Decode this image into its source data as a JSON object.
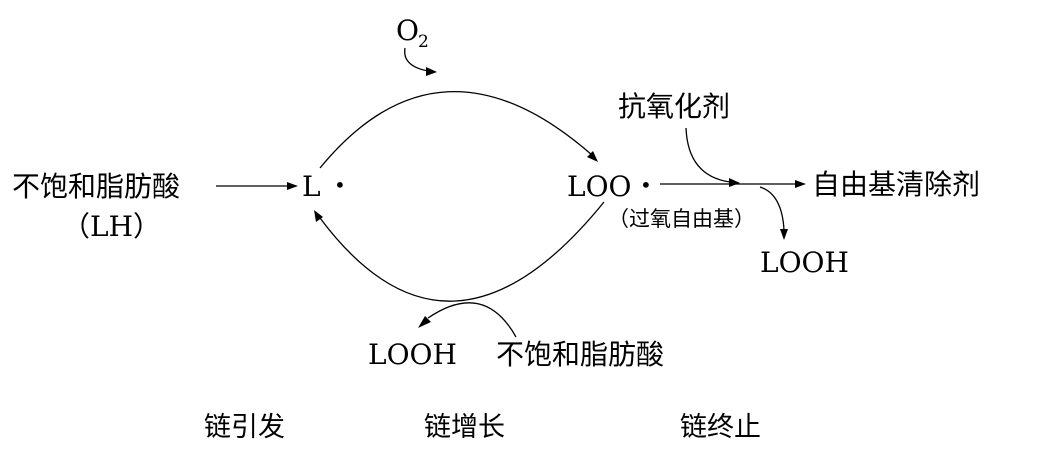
{
  "nodes": {
    "unsaturated_fa": "不饱和脂肪酸",
    "lh": "（LH）",
    "l_radical": "L",
    "dot": "•",
    "loo_radical": "LOO",
    "peroxy_note": "（过氧自由基）",
    "oxygen": "O",
    "oxygen_sub": "2",
    "antioxidant": "抗氧化剂",
    "scavenger": "自由基清除剂",
    "looh_right": "LOOH",
    "looh_bottom": "LOOH",
    "unsaturated_fa_bottom": "不饱和脂肪酸"
  },
  "stages": {
    "initiation": "链引发",
    "propagation": "链增长",
    "termination": "链终止"
  }
}
